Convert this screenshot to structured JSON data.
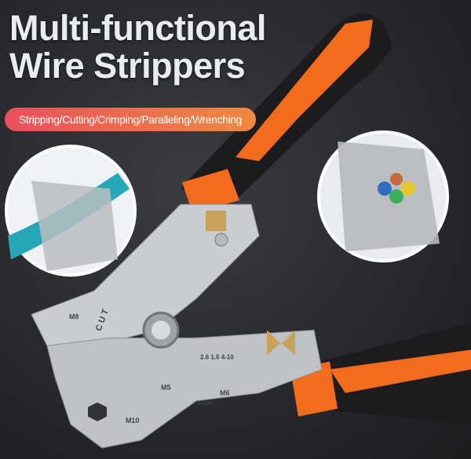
{
  "title": {
    "line1": "Multi-functional",
    "line2": "Wire Strippers"
  },
  "subtitle": "Stripping/Cutting/Crimping/Paralleling/Wrenching",
  "tool_markings": {
    "cut": "CUT",
    "m8": "M8",
    "m5": "M5",
    "m10": "M10",
    "m6": "M6",
    "sizes": "2.6 1.6 4-10",
    "lock": "LOCK"
  },
  "colors": {
    "handle_orange": "#f36b1c",
    "handle_black": "#1c1c1e",
    "pill_start": "#ea4f5c",
    "pill_end": "#f08a3f",
    "steel": "#c9cdd2"
  }
}
